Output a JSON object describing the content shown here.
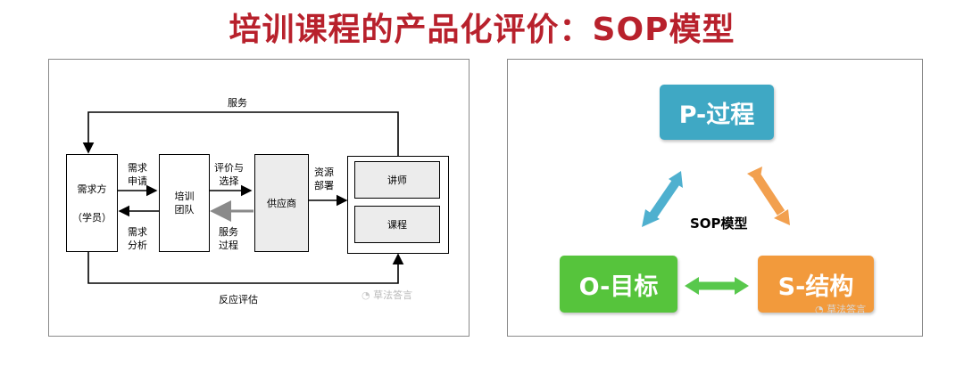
{
  "title": "培训课程的产品化评价：SOP模型",
  "left": {
    "learner": "需求方",
    "learner_sub": "（学员）",
    "team": "培训\n团队",
    "supplier": "供应商",
    "lecturer": "讲师",
    "course": "课程",
    "service_top": "服务",
    "feedback_bottom": "反应评估",
    "need_apply": "需求\n申请",
    "need_analyze": "需求\n分析",
    "eval_select": "评价与\n选择",
    "service_process": "服务\n过程",
    "resource_deploy": "资源\n部署",
    "watermark": "草法答言"
  },
  "right": {
    "p": "P-过程",
    "o": "O-目标",
    "s": "S-结构",
    "center": "SOP模型",
    "watermark": "草法答言",
    "colors": {
      "p": "#3fa8c4",
      "o": "#56c43c",
      "s": "#f29a3c",
      "arrow_ps": "#f2a04f",
      "arrow_po": "#4fb0cf",
      "arrow_os": "#58c84c"
    }
  }
}
